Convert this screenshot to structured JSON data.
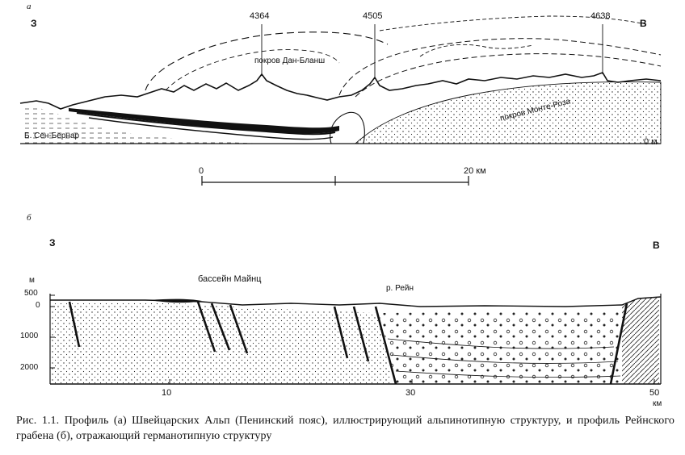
{
  "panel_a": {
    "letter": "а",
    "west": "З",
    "east": "В",
    "peaks": [
      "4364",
      "4505",
      "4638"
    ],
    "nappe_dent_blanche": "покров Дан-Бланш",
    "nappe_monte_rosa": "покров Монте-Роза",
    "pass_label": "Б. Сен-Бернар",
    "datum_label": "0 м",
    "scale": {
      "start": "0",
      "end": "20 км"
    }
  },
  "panel_b": {
    "letter": "б",
    "west": "З",
    "east": "В",
    "unit": "м",
    "y_ticks": [
      "500",
      "0",
      "1000",
      "2000"
    ],
    "basin_label": "бассейн Майнц",
    "river_label": "р. Рейн",
    "x_ticks": [
      "10",
      "30",
      "50"
    ],
    "x_unit": "км"
  },
  "caption": "Рис. 1.1. Профиль (а) Швейцарских Альп (Пенинский пояс), иллюстрирующий альпинотипную структуру, и профиль Рейнского грабена (б), отражающий германотипную структуру"
}
